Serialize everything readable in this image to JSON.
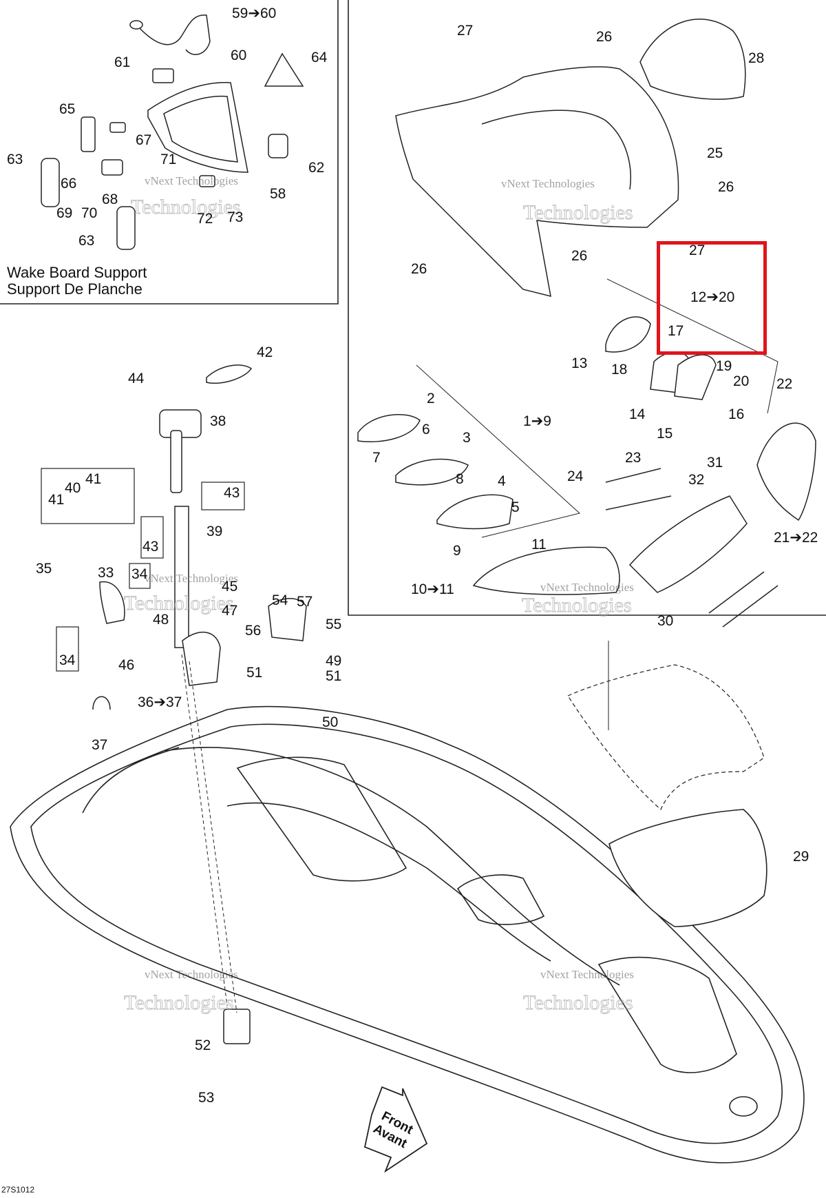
{
  "panel": {
    "title_en": "Wake Board Support",
    "title_fr": "Support De Planche"
  },
  "drawing_code": "27S1012",
  "front_label": [
    "Front",
    "Avant"
  ],
  "watermark": [
    "vNext Technologies",
    "Technologies"
  ],
  "highlight_color": "#e0141c",
  "callouts": {
    "wake_board": [
      "59➔60",
      "60",
      "61",
      "64",
      "65",
      "67",
      "71",
      "63",
      "66",
      "68",
      "69",
      "70",
      "72",
      "73",
      "58",
      "62",
      "63"
    ],
    "seat_assembly": [
      "27",
      "26",
      "28",
      "25",
      "26",
      "26",
      "27",
      "26",
      "12➔20",
      "17",
      "13",
      "18",
      "19",
      "20",
      "14",
      "15",
      "16",
      "22",
      "2",
      "6",
      "3",
      "1➔9",
      "7",
      "8",
      "4",
      "5",
      "9",
      "11",
      "10➔11",
      "23",
      "24",
      "31",
      "32",
      "21➔22",
      "30"
    ],
    "steering": [
      "42",
      "44",
      "38",
      "41",
      "40",
      "41",
      "43",
      "43",
      "39",
      "35",
      "33",
      "34",
      "34",
      "45",
      "47",
      "48",
      "46",
      "54",
      "57",
      "55",
      "56",
      "49",
      "51",
      "51",
      "36➔37",
      "37",
      "50",
      "29",
      "52",
      "53"
    ]
  }
}
